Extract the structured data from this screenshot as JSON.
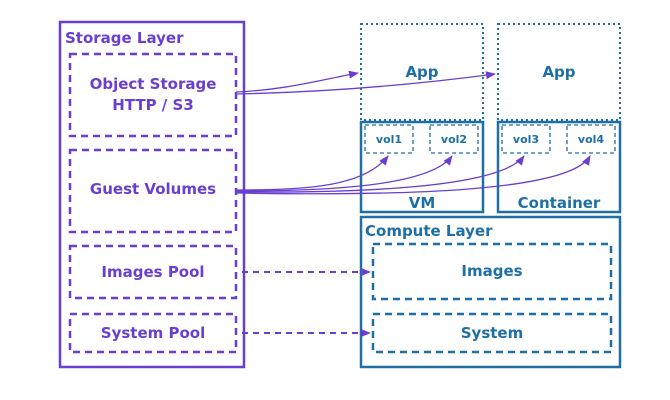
{
  "storage_layer": {
    "title": "Storage Layer",
    "object_storage": {
      "line1": "Object Storage",
      "line2": "HTTP / S3"
    },
    "guest_volumes": "Guest Volumes",
    "images_pool": "Images Pool",
    "system_pool": "System Pool"
  },
  "vm": {
    "app": "App",
    "label": "VM",
    "volumes": [
      "vol1",
      "vol2"
    ]
  },
  "container": {
    "app": "App",
    "label": "Container",
    "volumes": [
      "vol3",
      "vol4"
    ]
  },
  "compute_layer": {
    "title": "Compute Layer",
    "images": "Images",
    "system": "System"
  },
  "colors": {
    "storage": "#6a3fd0",
    "compute": "#1e6fa6"
  }
}
